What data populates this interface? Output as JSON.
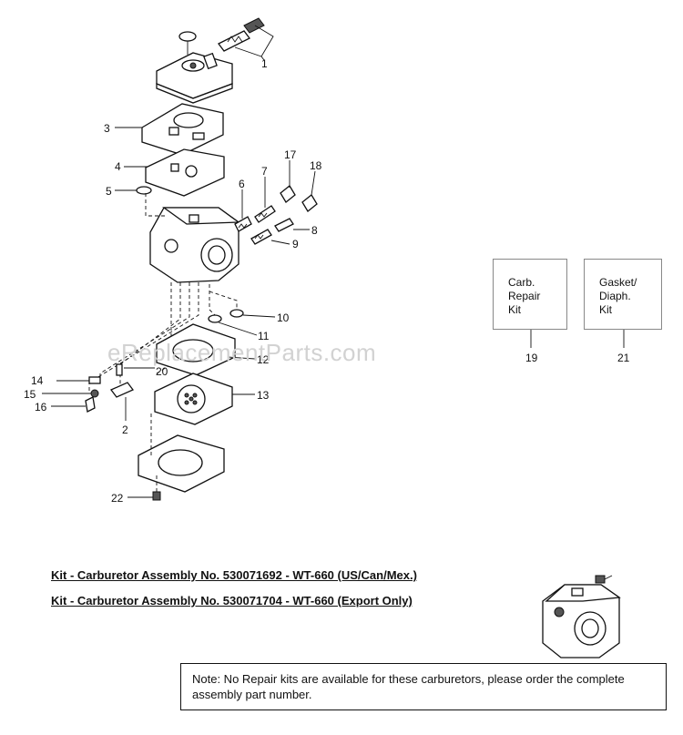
{
  "callouts": {
    "c1": "1",
    "c2": "2",
    "c3": "3",
    "c4": "4",
    "c5": "5",
    "c6": "6",
    "c7": "7",
    "c8": "8",
    "c9": "9",
    "c10": "10",
    "c11": "11",
    "c12": "12",
    "c13": "13",
    "c14": "14",
    "c15": "15",
    "c16": "16",
    "c17": "17",
    "c18": "18",
    "c20": "20",
    "c22": "22"
  },
  "kits": [
    {
      "label": "Carb.\nRepair\nKit",
      "number": "19"
    },
    {
      "label": "Gasket/\nDiaph.\nKit",
      "number": "21"
    }
  ],
  "watermark": "eReplacementParts.com",
  "assembly_lines": [
    "Kit - Carburetor Assembly No. 530071692 - WT-660 (US/Can/Mex.)",
    "Kit - Carburetor Assembly No. 530071704 - WT-660 (Export Only)"
  ],
  "note": "Note: No Repair kits are available for these carburetors, please order the complete assembly part number."
}
